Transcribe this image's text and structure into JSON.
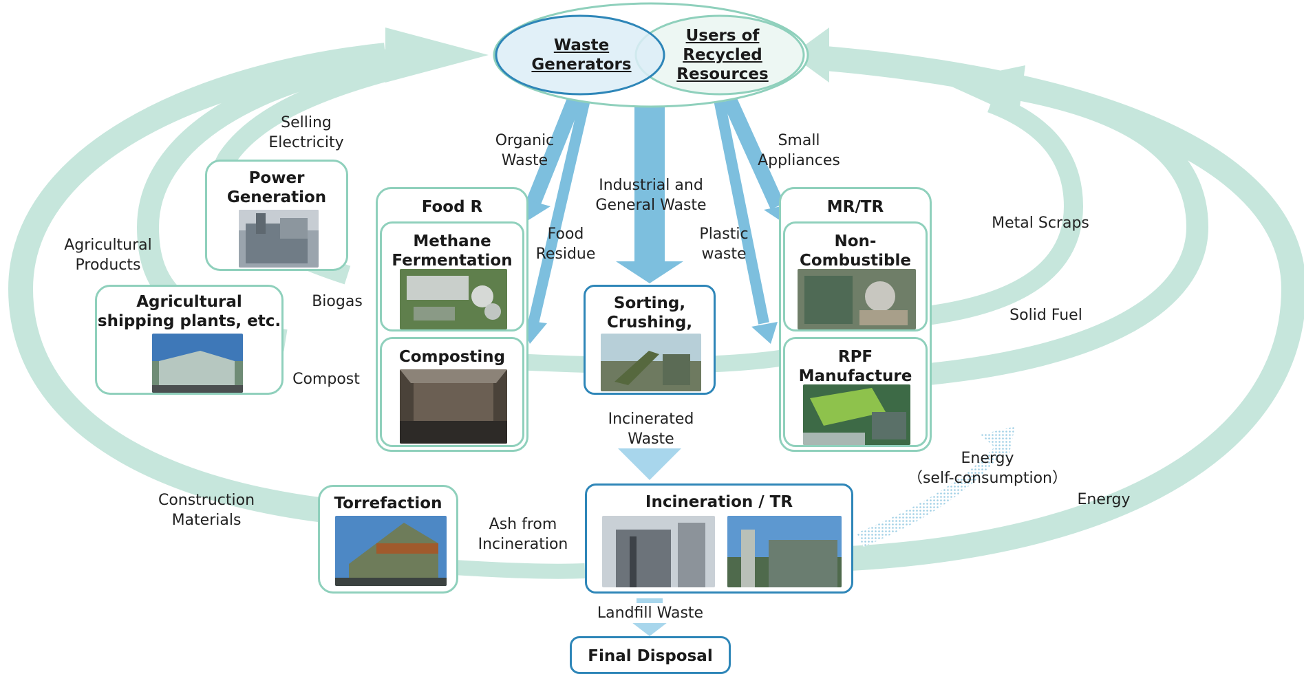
{
  "top": {
    "waste_generators": "Waste\nGenerators",
    "users_recycled": "Users of\nRecycled\nResources"
  },
  "facilities": {
    "power_generation": "Power\nGeneration",
    "agri_plants": "Agricultural\nshipping plants, etc.",
    "food_r": "Food R",
    "methane": "Methane\nFermentation",
    "composting": "Composting",
    "sorting": "Sorting,\nCrushing,",
    "mr_tr": "MR/TR",
    "non_combustible": "Non-\nCombustible",
    "rpf": "RPF\nManufacture",
    "torrefaction": "Torrefaction",
    "incineration": "Incineration / TR",
    "final_disposal": "Final Disposal"
  },
  "flows": {
    "selling_electricity": "Selling\nElectricity",
    "agri_products": "Agricultural\nProducts",
    "biogas": "Biogas",
    "compost": "Compost",
    "construction_materials": "Construction\nMaterials",
    "organic_waste": "Organic\nWaste",
    "food_residue": "Food\nResidue",
    "industrial_general": "Industrial and\nGeneral Waste",
    "plastic_waste": "Plastic\nwaste",
    "small_appliances": "Small\nAppliances",
    "metal_scraps": "Metal Scraps",
    "solid_fuel": "Solid Fuel",
    "energy_self": "Energy\n（self-consumption）",
    "energy": "Energy",
    "incinerated_waste": "Incinerated\nWaste",
    "ash_incineration": "Ash from\nIncineration",
    "landfill_waste": "Landfill Waste"
  },
  "colors": {
    "cycle_green": "#c6e6dc",
    "box_green": "#8fd0bc",
    "flow_blue": "#7dbfde",
    "box_blue": "#2e86b8",
    "incinerated_arrow": "#a8d6ec"
  }
}
